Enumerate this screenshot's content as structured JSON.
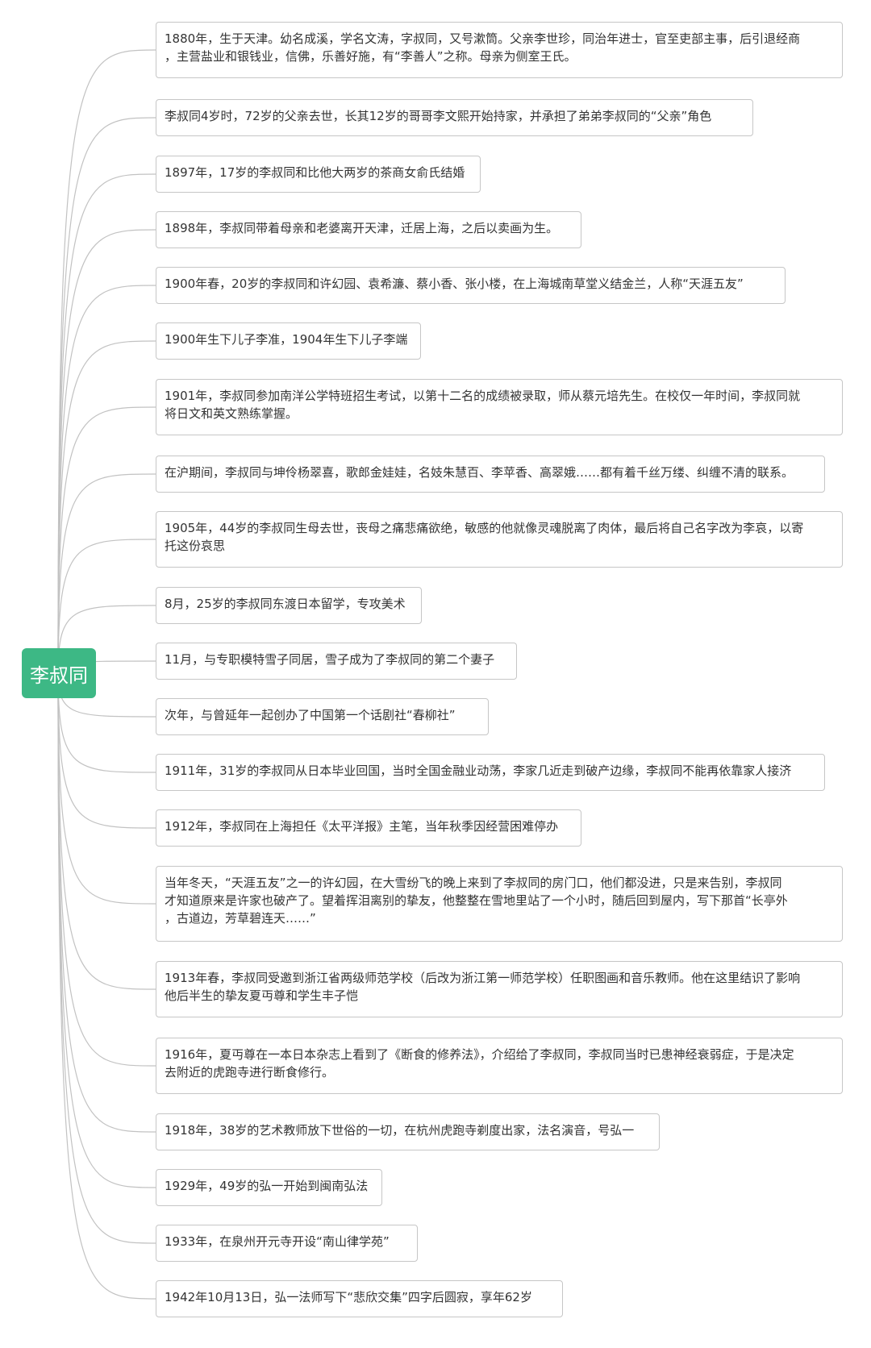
{
  "root": {
    "label": "李叔同"
  },
  "line_color": "#c2c2c2",
  "root_color": "#3db885",
  "nodes": [
    {
      "text": "1880年，生于天津。幼名成溪，学名文涛，字叔同，又号漱筒。父亲李世珍，同治年进士，官至吏部主事，后引退经商\n，主营盐业和银钱业，信佛，乐善好施，有“李善人”之称。母亲为侧室王氏。"
    },
    {
      "text": "李叔同4岁时，72岁的父亲去世，长其12岁的哥哥李文熙开始持家，并承担了弟弟李叔同的“父亲”角色"
    },
    {
      "text": "1897年，17岁的李叔同和比他大两岁的茶商女俞氏结婚"
    },
    {
      "text": "1898年，李叔同带着母亲和老婆离开天津，迁居上海，之后以卖画为生。"
    },
    {
      "text": "1900年春，20岁的李叔同和许幻园、袁希濂、蔡小香、张小楼，在上海城南草堂义结金兰，人称“天涯五友”"
    },
    {
      "text": "1900年生下儿子李准，1904年生下儿子李端"
    },
    {
      "text": "1901年，李叔同参加南洋公学特班招生考试，以第十二名的成绩被录取，师从蔡元培先生。在校仅一年时间，李叔同就\n将日文和英文熟练掌握。"
    },
    {
      "text": "在沪期间，李叔同与坤伶杨翠喜，歌郎金娃娃，名妓朱慧百、李苹香、高翠娥……都有着千丝万缕、纠缠不清的联系。"
    },
    {
      "text": "1905年，44岁的李叔同生母去世，丧母之痛悲痛欲绝，敏感的他就像灵魂脱离了肉体，最后将自己名字改为李哀，以寄\n托这份哀思"
    },
    {
      "text": "8月，25岁的李叔同东渡日本留学，专攻美术"
    },
    {
      "text": "11月，与专职模特雪子同居，雪子成为了李叔同的第二个妻子"
    },
    {
      "text": "次年，与曾延年一起创办了中国第一个话剧社“春柳社”"
    },
    {
      "text": "1911年，31岁的李叔同从日本毕业回国，当时全国金融业动荡，李家几近走到破产边缘，李叔同不能再依靠家人接济"
    },
    {
      "text": "1912年，李叔同在上海担任《太平洋报》主笔，当年秋季因经营困难停办"
    },
    {
      "text": "当年冬天，“天涯五友”之一的许幻园，在大雪纷飞的晚上来到了李叔同的房门口，他们都没进，只是来告别，李叔同\n才知道原来是许家也破产了。望着挥泪离别的挚友，他整整在雪地里站了一个小时，随后回到屋内，写下那首“长亭外\n，古道边，芳草碧连天……”"
    },
    {
      "text": "1913年春，李叔同受邀到浙江省两级师范学校（后改为浙江第一师范学校）任职图画和音乐教师。他在这里结识了影响\n他后半生的挚友夏丏尊和学生丰子恺"
    },
    {
      "text": "1916年，夏丏尊在一本日本杂志上看到了《断食的修养法》，介绍给了李叔同，李叔同当时已患神经衰弱症，于是决定\n去附近的虎跑寺进行断食修行。"
    },
    {
      "text": "1918年，38岁的艺术教师放下世俗的一切，在杭州虎跑寺剃度出家，法名演音，号弘一"
    },
    {
      "text": "1929年，49岁的弘一开始到闽南弘法"
    },
    {
      "text": "1933年，在泉州开元寺开设“南山律学苑”"
    },
    {
      "text": "1942年10月13日，弘一法师写下“悲欣交集”四字后圆寂，享年62岁"
    }
  ]
}
